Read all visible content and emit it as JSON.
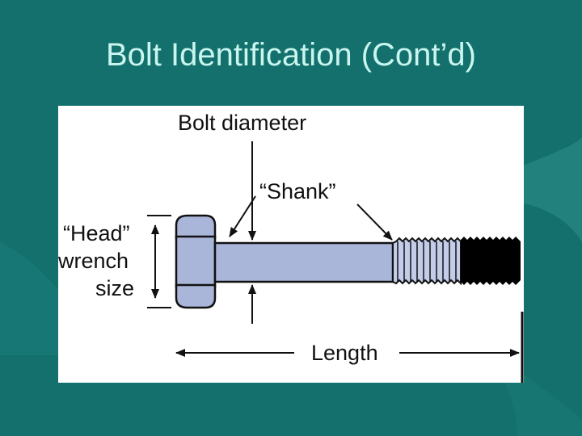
{
  "slide": {
    "title": "Bolt Identification (Cont’d)"
  },
  "diagram": {
    "labels": {
      "bolt_diameter": "Bolt diameter",
      "shank": "“Shank”",
      "head_line1": "“Head”",
      "head_line2": "wrench",
      "head_line3": "size",
      "length": "Length"
    }
  },
  "colors": {
    "background": "#13706d",
    "title": "#c8f5ee",
    "bolt": "#a9b6d9",
    "thread_dark": "#000000",
    "panel": "#ffffff"
  }
}
